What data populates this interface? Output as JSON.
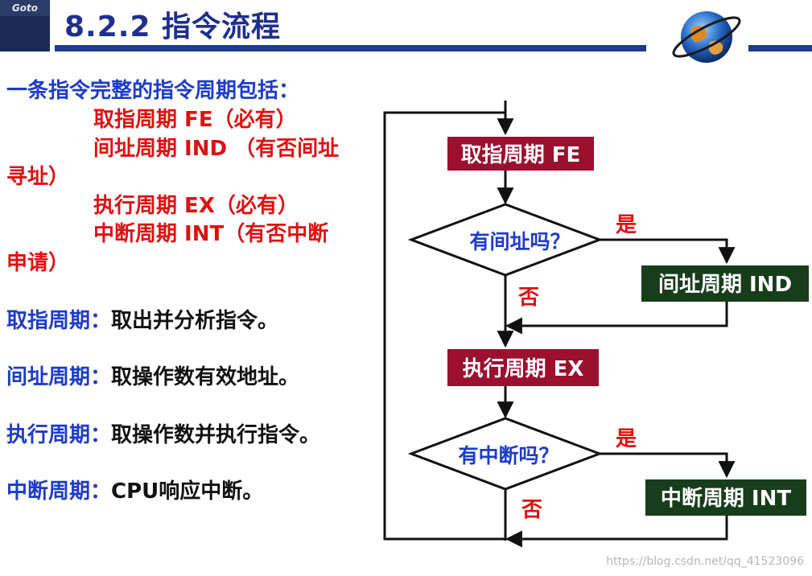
{
  "header": {
    "logo": "Goto",
    "title": "8.2.2 指令流程"
  },
  "left": {
    "intro": "一条指令完整的指令周期包括：",
    "items": [
      "取指周期 FE（必有）",
      "间址周期 IND （有否间址",
      "寻址）",
      "执行周期 EX（必有）",
      "中断周期 INT（有否中断",
      "申请）"
    ],
    "definitions": [
      {
        "term": "取指周期：",
        "desc": "取出并分析指令。"
      },
      {
        "term": "间址周期：",
        "desc": "取操作数有效地址。"
      },
      {
        "term": "执行周期：",
        "desc": "取操作数并执行指令。"
      },
      {
        "term": "中断周期：",
        "desc": "CPU响应中断。"
      }
    ]
  },
  "flow": {
    "fetch": "取指周期 FE",
    "q_indirect": "有间址吗？",
    "indirect": "间址周期 IND",
    "execute": "执行周期 EX",
    "q_interrupt": "有中断吗？",
    "interrupt": "中断周期 INT",
    "yes": "是",
    "no": "否"
  },
  "colors": {
    "title_blue": "#1e2f8f",
    "text_blue": "#1e3cc8",
    "text_red": "#e01010",
    "box_red": "#9b0f2f",
    "box_green": "#173d1a"
  },
  "footer": {
    "watermark": "https://blog.csdn.net/qq_41523096"
  }
}
